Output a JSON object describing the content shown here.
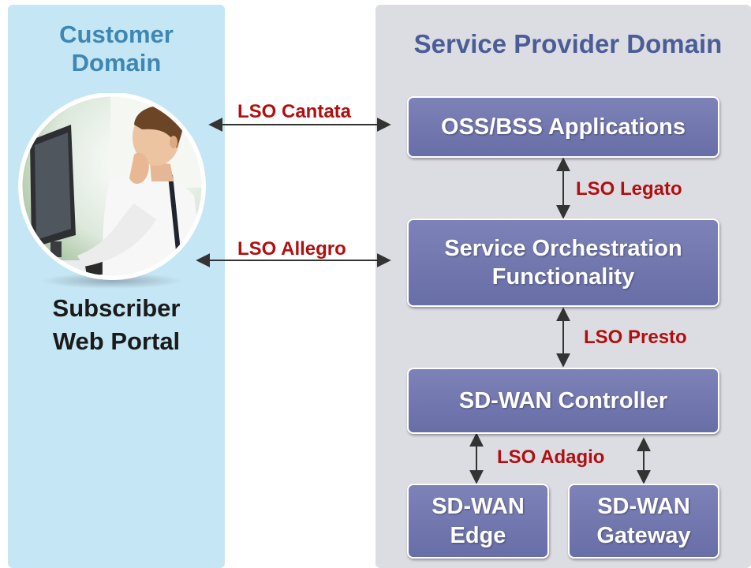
{
  "customer_domain": {
    "title": "Customer\nDomain",
    "portal_label": "Subscriber\nWeb Portal"
  },
  "provider_domain": {
    "title": "Service Provider Domain",
    "boxes": {
      "oss_bss": "OSS/BSS Applications",
      "service_orchestration": "Service Orchestration\nFunctionality",
      "sdwan_controller": "SD-WAN Controller",
      "sdwan_edge": "SD-WAN\nEdge",
      "sdwan_gateway": "SD-WAN\nGateway"
    }
  },
  "interfaces": {
    "cantata": "LSO Cantata",
    "allegro": "LSO Allegro",
    "legato": "LSO Legato",
    "presto": "LSO Presto",
    "adagio": "LSO Adagio"
  },
  "colors": {
    "customer_panel": "#c5e6f4",
    "provider_panel": "#dcdde3",
    "box_fill": "#7177ad",
    "interface_label": "#b10f0f",
    "customer_title": "#3e86b3",
    "provider_title": "#4a5d96"
  }
}
